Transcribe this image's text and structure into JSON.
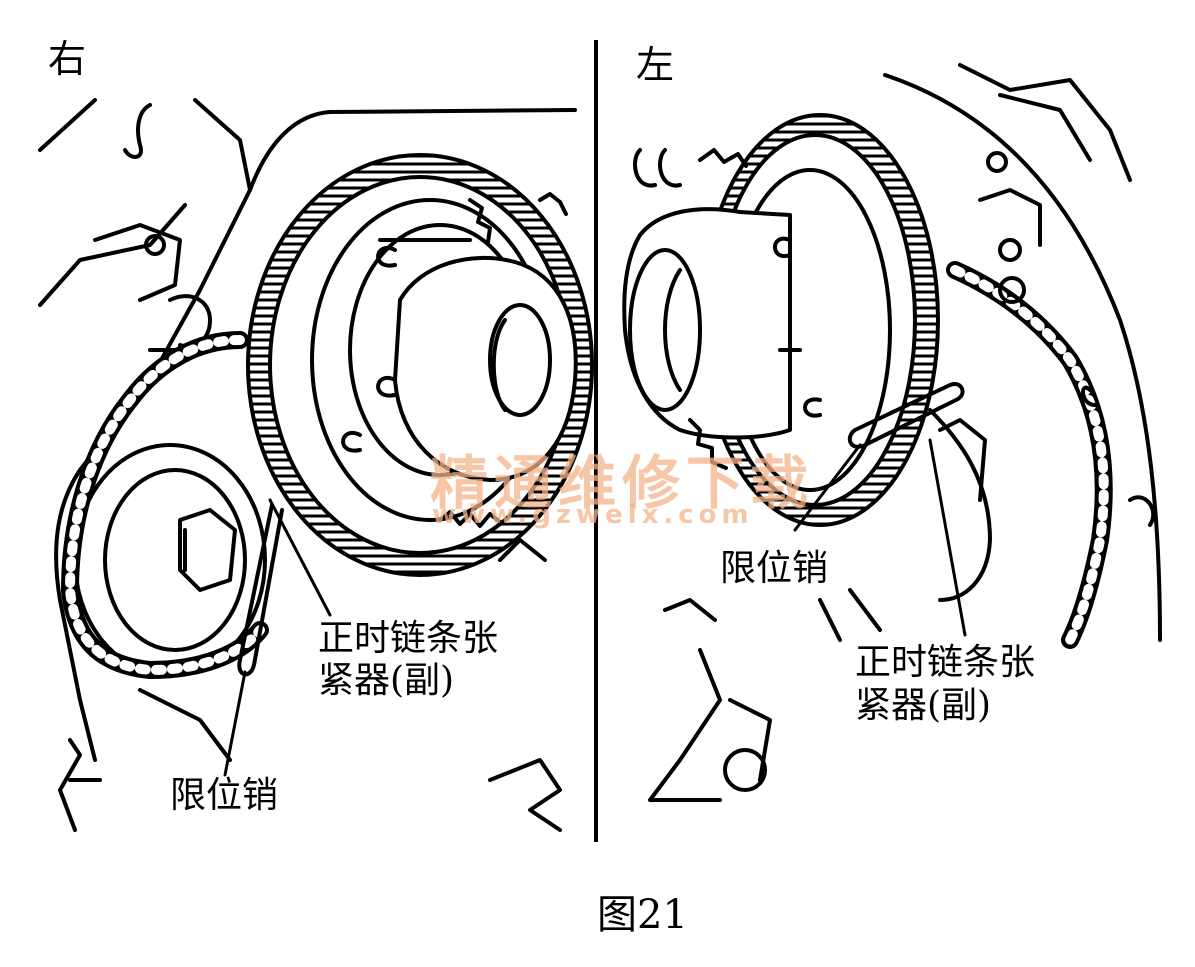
{
  "labels": {
    "right_side": "右",
    "left_side": "左",
    "right_pin": "限位销",
    "right_tensioner_line1": "正时链条张",
    "right_tensioner_line2": "紧器(副)",
    "left_pin": "限位销",
    "left_tensioner_line1": "正时链条张",
    "left_tensioner_line2": "紧器(副)",
    "caption": "图21"
  },
  "watermark": {
    "cn": "精通维修下载",
    "en": "www.gzweix.com",
    "color": "#f3b48a"
  }
}
